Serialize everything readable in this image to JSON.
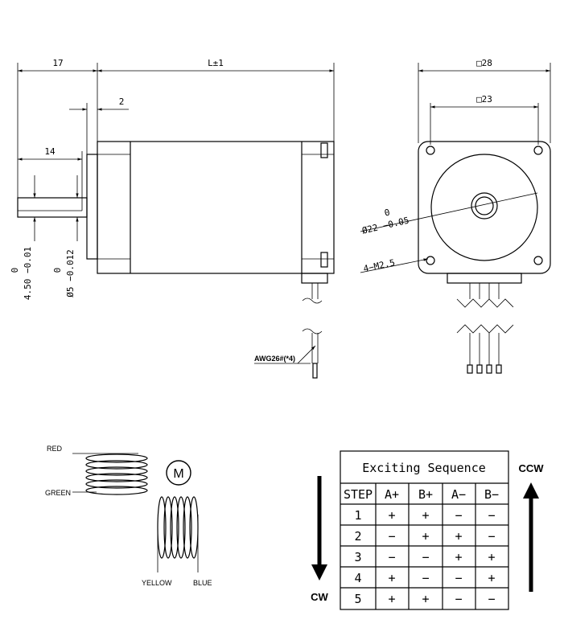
{
  "dimensions": {
    "shaft_length": "17",
    "body_length": "L±1",
    "boss_height": "2",
    "flat_length": "14",
    "flat_tol_top": "0",
    "flat_value": "4.50 −0.01",
    "shaft_tol_top": "0",
    "shaft_value": "Ø5 −0.012",
    "square_outer": "□28",
    "square_inner": "□23",
    "pilot_tol_top": "0",
    "pilot_value": "Ø22 −0.05",
    "holes": "4−M2.5",
    "wire": "AWG26#(*4)"
  },
  "wiring": {
    "red": "RED",
    "green": "GREEN",
    "yellow": "YELLOW",
    "blue": "BLUE",
    "motor_symbol": "M"
  },
  "sequence": {
    "title": "Exciting Sequence",
    "headers": [
      "STEP",
      "A+",
      "B+",
      "A−",
      "B−"
    ],
    "rows": [
      [
        "1",
        "+",
        "+",
        "−",
        "−"
      ],
      [
        "2",
        "−",
        "+",
        "+",
        "−"
      ],
      [
        "3",
        "−",
        "−",
        "+",
        "+"
      ],
      [
        "4",
        "+",
        "−",
        "−",
        "+"
      ],
      [
        "5",
        "+",
        "+",
        "−",
        "−"
      ]
    ],
    "cw": "CW",
    "ccw": "CCW"
  }
}
